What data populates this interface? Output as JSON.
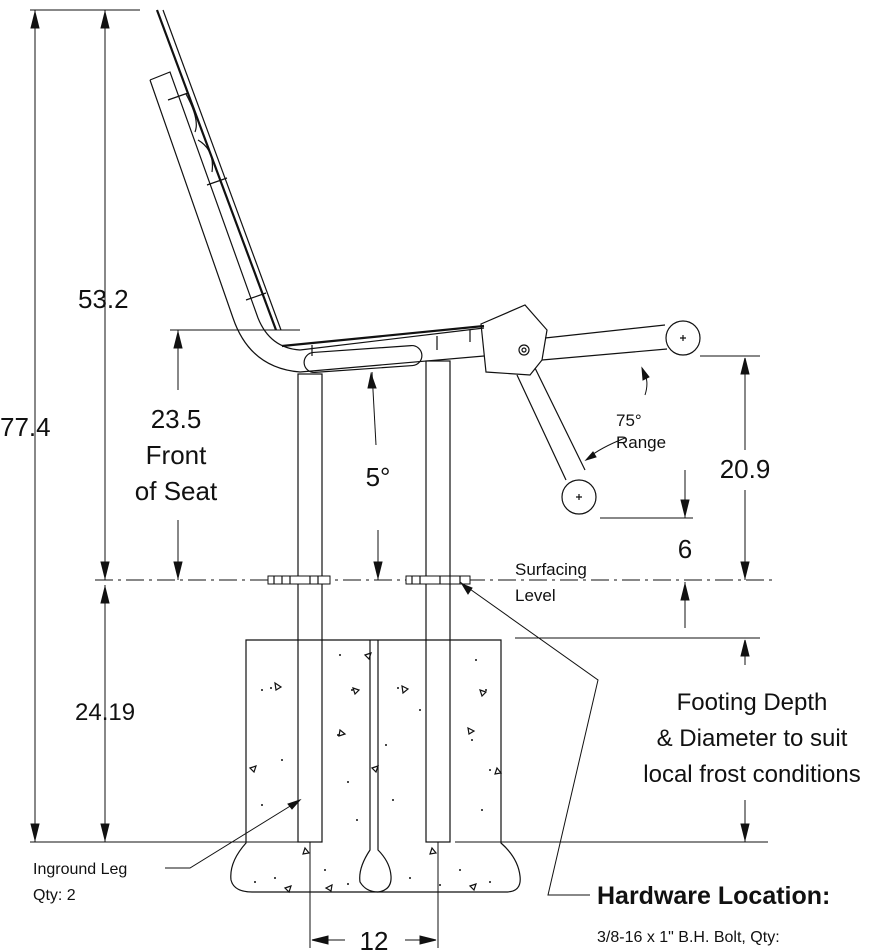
{
  "dimensions": {
    "overall_height": "77.4",
    "back_height": "53.2",
    "seat_height_value": "23.5",
    "seat_height_line1": "Front",
    "seat_height_line2": "of Seat",
    "seat_angle": "5°",
    "below_grade": "24.19",
    "arm_height": "20.9",
    "arm_offset": "6",
    "arm_range_value": "75°",
    "arm_range_label": "Range",
    "leg_spacing": "12"
  },
  "labels": {
    "surfacing_line1": "Surfacing",
    "surfacing_line2": "Level",
    "footing_line1": "Footing Depth",
    "footing_line2": "& Diameter to suit",
    "footing_line3": "local frost conditions",
    "leg_line1": "Inground Leg",
    "leg_line2": "Qty: 2",
    "hardware_title": "Hardware Location:",
    "hardware_detail": "3/8-16 x 1\" B.H. Bolt, Qty:"
  }
}
